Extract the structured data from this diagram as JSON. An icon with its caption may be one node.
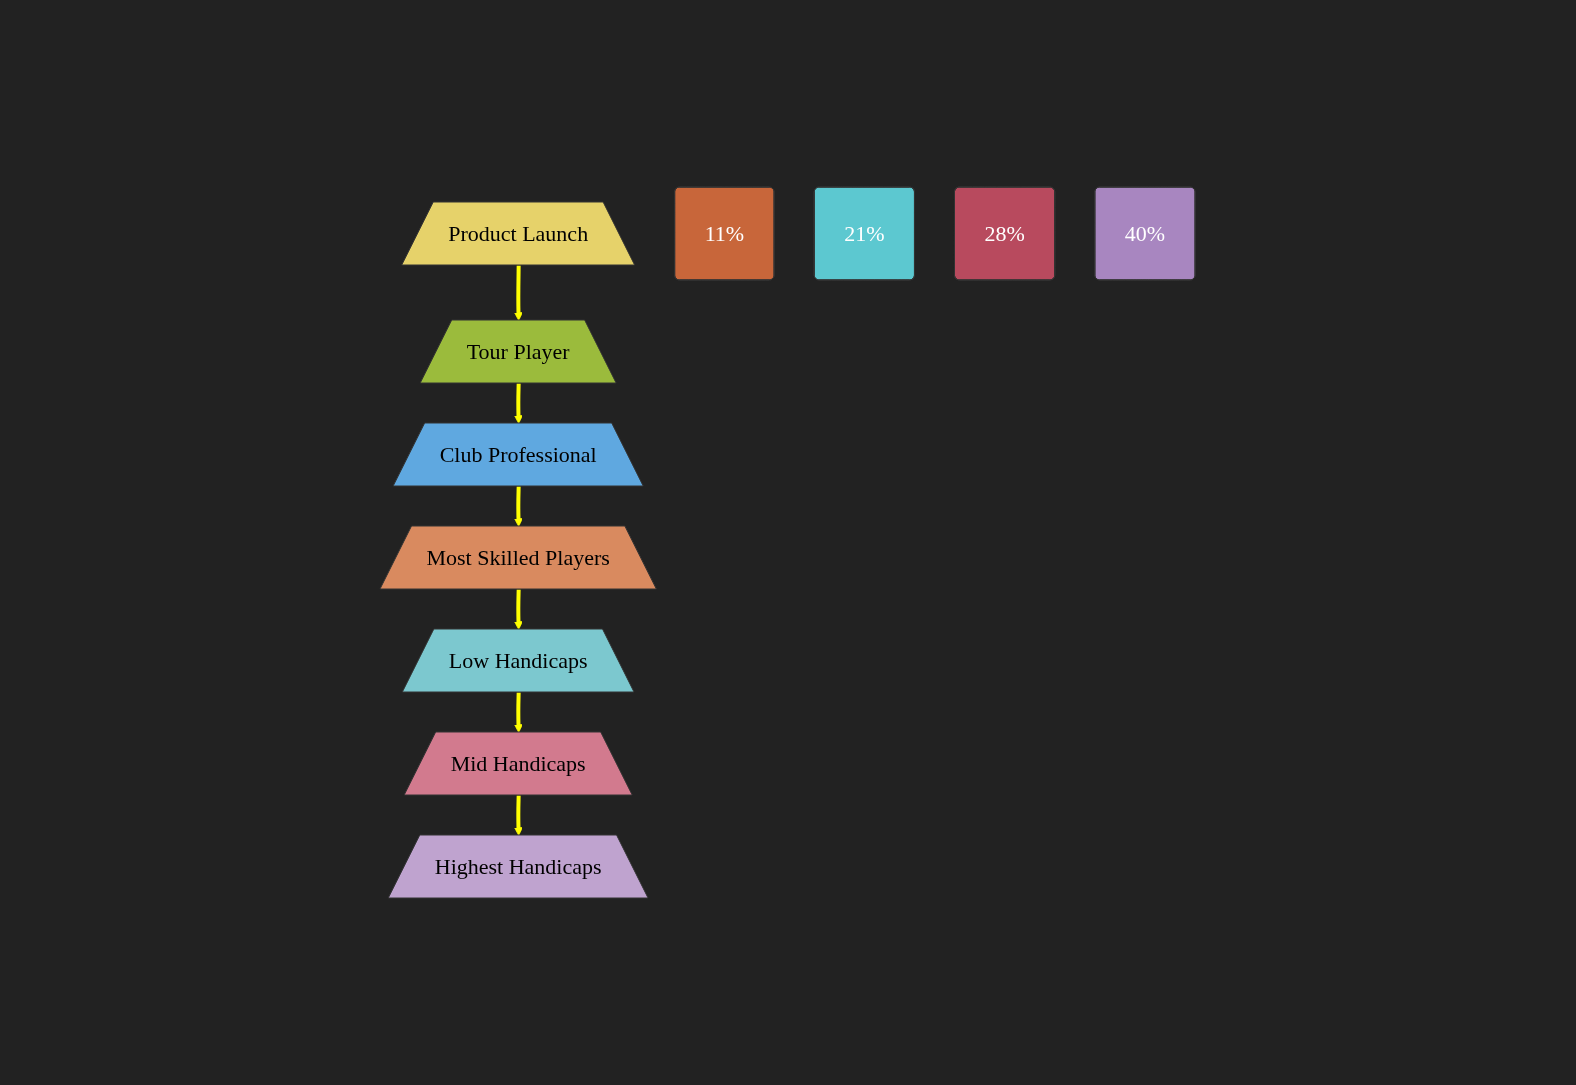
{
  "diagram": {
    "nodes": [
      {
        "text": [
          "Product Launch"
        ]
      },
      {
        "text": [
          "Tour Player"
        ]
      },
      {
        "text": [
          "Club Professional"
        ]
      },
      {
        "text": [
          "Most Skilled Players"
        ]
      },
      {
        "text": [
          "Low Handicaps"
        ]
      },
      {
        "text": [
          "Mid Handicaps"
        ]
      },
      {
        "text": [
          "Highest Handicaps"
        ]
      },
      {
        "text": [
          "11%"
        ]
      },
      {
        "text": [
          "21%"
        ]
      },
      {
        "text": [
          "28%"
        ]
      },
      {
        "text": [
          "40%"
        ]
      }
    ],
    "edges": [
      {
        "from": 0,
        "to": 1,
        "arrow": "to",
        "color": "#ffff00"
      },
      {
        "from": 1,
        "to": 2,
        "arrow": "to",
        "color": "#ffff00"
      },
      {
        "from": 2,
        "to": 3,
        "arrow": "to",
        "color": "#ffff00"
      },
      {
        "from": 3,
        "to": 4,
        "arrow": "to",
        "color": "#ffff00"
      },
      {
        "from": 4,
        "to": 5,
        "arrow": "to",
        "color": "#ffff00"
      },
      {
        "from": 5,
        "to": 6,
        "arrow": "to",
        "color": "#ffff00"
      }
    ]
  }
}
